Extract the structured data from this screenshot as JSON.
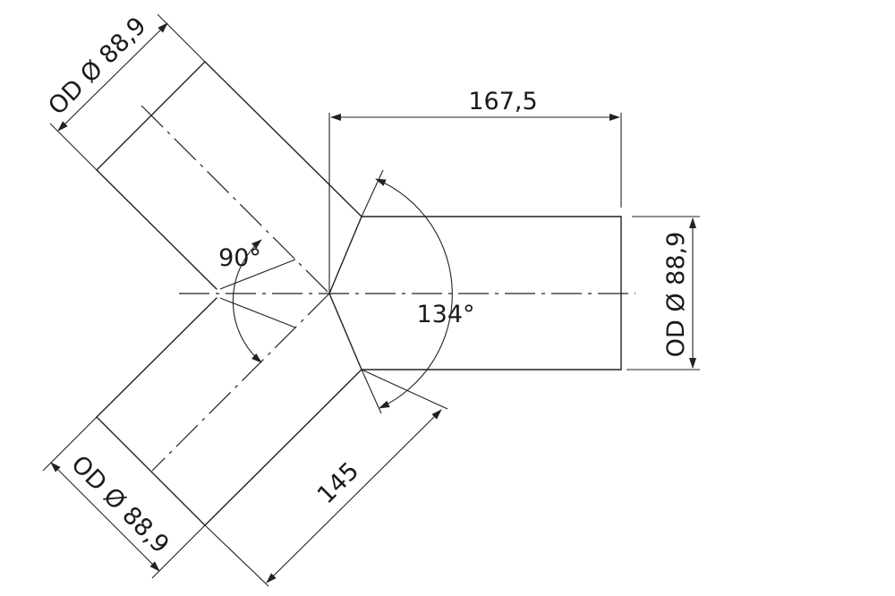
{
  "drawing": {
    "dimensions": {
      "top_diameter": "OD Ø 88,9",
      "bottom_diameter": "OD Ø 88,9",
      "right_diameter": "OD Ø 88,9",
      "horizontal_length": "167,5",
      "diagonal_length": "145",
      "angle_between_branches": "90°",
      "angle_branch_to_main": "134°"
    },
    "colors": {
      "line": "#222222",
      "background": "#ffffff"
    }
  }
}
